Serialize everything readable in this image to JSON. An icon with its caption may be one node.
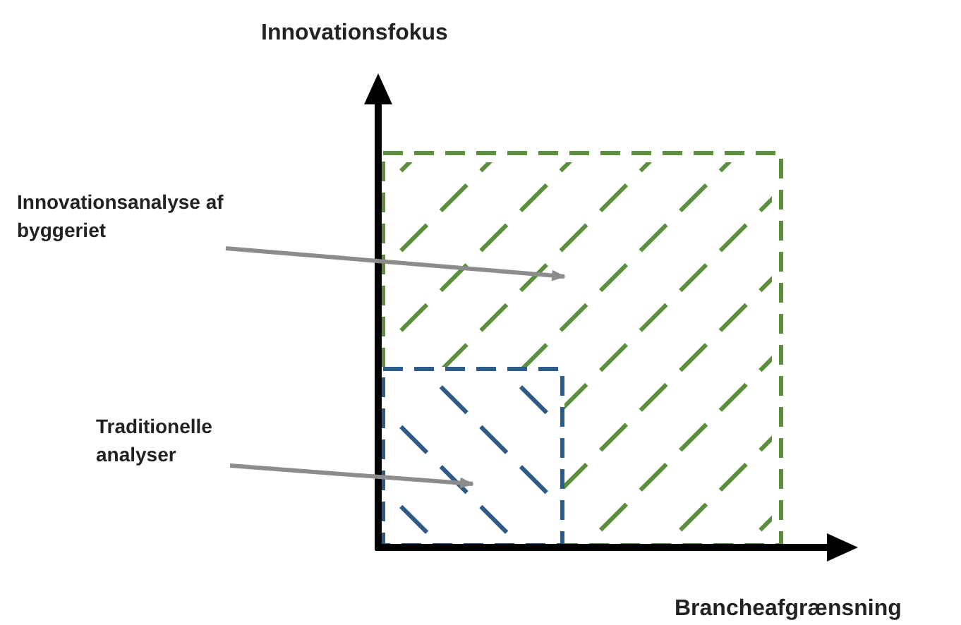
{
  "diagram": {
    "nodes": [
      {
        "text": [
          "Innovationsanalyse af byggeriet"
        ]
      },
      {
        "text": [],
        "shape": "box"
      },
      {
        "text": [
          "Traditionelle analyser"
        ]
      },
      {
        "text": [],
        "shape": "box",
        "in": 1
      }
    ],
    "edges": [
      {
        "from": 0,
        "to": 1,
        "arrow": "to"
      },
      {
        "from": 2,
        "to": 3,
        "arrow": "to"
      }
    ],
    "labels": [
      "Innovationsfokus",
      "Brancheafgrænsning"
    ]
  }
}
